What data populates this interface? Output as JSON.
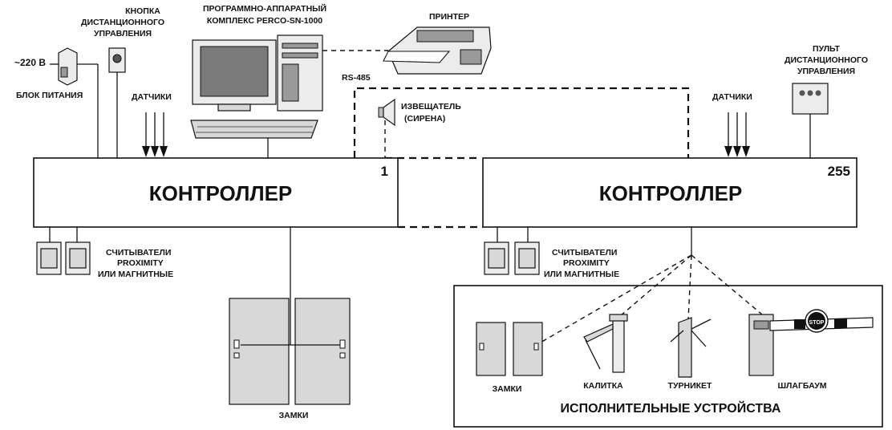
{
  "labels": {
    "button_line1": "КНОПКА",
    "button_line2": "ДИСТАНЦИОННОГО",
    "button_line3": "УПРАВЛЕНИЯ",
    "complex_line1": "ПРОГРАММНО-АППАРАТНЫЙ",
    "complex_line2": "КОМПЛЕКС PERCO-SN-1000",
    "printer": "ПРИНТЕР",
    "voltage": "~220 В",
    "power_unit": "БЛОК ПИТАНИЯ",
    "sensors_left": "ДАТЧИКИ",
    "sensors_right": "ДАТЧИКИ",
    "rs485": "RS-485",
    "siren_line1": "ИЗВЕЩАТЕЛЬ",
    "siren_line2": "(СИРЕНА)",
    "remote_line1": "ПУЛЬТ",
    "remote_line2": "ДИСТАНЦИОННОГО",
    "remote_line3": "УПРАВЛЕНИЯ",
    "controller_left": "КОНТРОЛЛЕР",
    "controller_left_num": "1",
    "controller_right": "КОНТРОЛЛЕР",
    "controller_right_num": "255",
    "readers_left_line1": "СЧИТЫВАТЕЛИ",
    "readers_left_line2": "PROXIMITY",
    "readers_left_line3": "ИЛИ МАГНИТНЫЕ",
    "readers_right_line1": "СЧИТЫВАТЕЛИ",
    "readers_right_line2": "PROXIMITY",
    "readers_right_line3": "ИЛИ МАГНИТНЫЕ",
    "locks_left": "ЗАМКИ",
    "locks_right": "ЗАМКИ",
    "gate": "КАЛИТКА",
    "turnstile": "ТУРНИКЕТ",
    "barrier": "ШЛАГБАУМ",
    "stop_sign": "STOP",
    "actuators": "ИСПОЛНИТЕЛЬНЫЕ УСТРОЙСТВА"
  }
}
